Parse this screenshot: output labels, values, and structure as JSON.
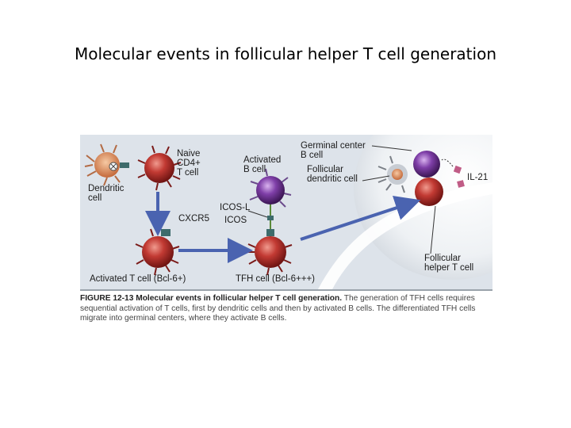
{
  "slide": {
    "title": "Molecular events in follicular helper T cell generation"
  },
  "figure": {
    "labels": {
      "naive_cd4": [
        "Naive",
        "CD4+",
        "T cell"
      ],
      "dendritic_cell": [
        "Dendritic",
        "cell"
      ],
      "activated_b_cell": [
        "Activated",
        "B cell"
      ],
      "germinal_center_b_cell": [
        "Germinal center",
        "B cell"
      ],
      "follicular_dendritic_cell": [
        "Follicular",
        "dendritic cell"
      ],
      "il21": "IL-21",
      "icos_l": "ICOS-L",
      "icos": "ICOS",
      "cxcr5": "CXCR5",
      "activated_t_cell": "Activated T cell (Bcl-6+)",
      "tfh_cell": "TFH cell (Bcl-6+++)",
      "follicular_helper_t_cell": [
        "Follicular",
        "helper T cell"
      ]
    },
    "colors": {
      "t_cell": "#b8312f",
      "b_cell": "#7b3f9e",
      "dendritic_cell": "#d98a5c",
      "arrow": "#4a63b0",
      "receptor": "#3d6b6b"
    }
  },
  "caption": {
    "heading": "FIGURE 12-13 Molecular events in follicular helper T cell generation.",
    "text": "The generation of TFH cells requires sequential activation of T cells, first by dendritic cells and then by activated B cells. The differentiated TFH cells migrate into germinal centers, where they activate B cells."
  }
}
